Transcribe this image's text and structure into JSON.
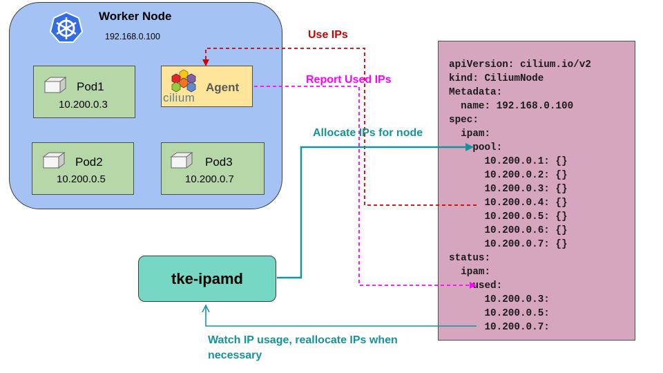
{
  "worker_node": {
    "title": "Worker Node",
    "ip": "192.168.0.100",
    "pods": [
      {
        "name": "Pod1",
        "ip": "10.200.0.3"
      },
      {
        "name": "Pod2",
        "ip": "10.200.0.5"
      },
      {
        "name": "Pod3",
        "ip": "10.200.0.7"
      }
    ],
    "agent": {
      "label": "Agent",
      "logo_text": "cilium"
    }
  },
  "controller": {
    "label": "tke-ipamd"
  },
  "yaml": {
    "lines": [
      "apiVersion: cilium.io/v2",
      "kind: CiliumNode",
      "Metadata:",
      "  name: 192.168.0.100",
      "spec:",
      "  ipam:",
      "    pool:",
      "      10.200.0.1: {}",
      "      10.200.0.2: {}",
      "      10.200.0.3: {}",
      "      10.200.0.4: {}",
      "      10.200.0.5: {}",
      "      10.200.0.6: {}",
      "      10.200.0.7: {}",
      "status:",
      "  ipam:",
      "    used:",
      "      10.200.0.3:",
      "      10.200.0.5:",
      "      10.200.0.7:"
    ]
  },
  "arrows": {
    "use_ips": "Use IPs",
    "report_used_ips": "Report Used IPs",
    "allocate_ips": "Allocate IPs for node",
    "watch_line1": "Watch IP usage, reallocate IPs when",
    "watch_line2": "necessary"
  },
  "colors": {
    "node_fill": "#a4c2f4",
    "pod_fill": "#b6d7a8",
    "agent_fill": "#ffe599",
    "controller_fill": "#76d7c4",
    "yaml_fill": "#d5a6bd",
    "use_ips": "#cc0000",
    "report": "#ff00ff",
    "teal": "#14939a",
    "kubernetes": "#326ce5"
  },
  "icons": [
    "kubernetes-icon",
    "cube-icon",
    "cilium-logo-icon"
  ]
}
